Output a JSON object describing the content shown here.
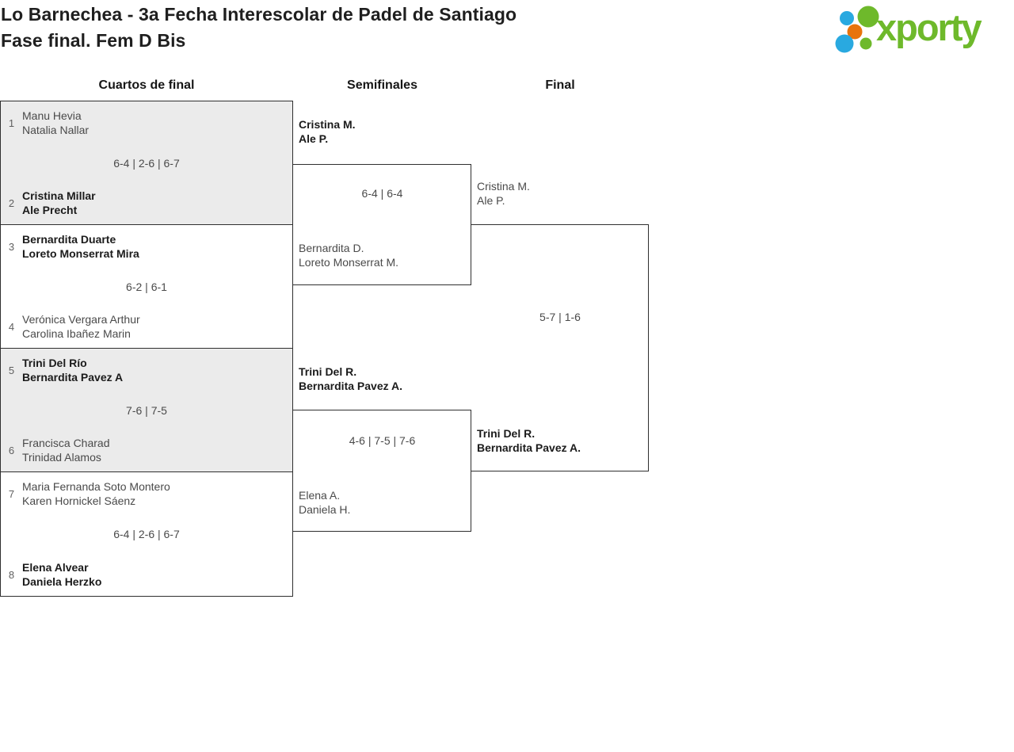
{
  "header": {
    "title_line1": "Lo Barnechea - 3a Fecha Interescolar de Padel de Santiago",
    "title_line2": "Fase final. Fem D Bis",
    "logo": {
      "text": "xporty",
      "colors": {
        "green": "#6eb92b",
        "blue": "#29a9e0",
        "orange": "#e8740c"
      }
    }
  },
  "bracket": {
    "rounds": [
      "Cuartos de final",
      "Semifinales",
      "Final"
    ],
    "quarterfinals": [
      {
        "team1": {
          "seed": "1",
          "players": [
            "Manu Hevia",
            "Natalia Nallar"
          ],
          "winner": false
        },
        "score": "6-4 | 2-6 | 6-7",
        "team2": {
          "seed": "2",
          "players": [
            "Cristina Millar",
            "Ale Precht"
          ],
          "winner": true
        }
      },
      {
        "team1": {
          "seed": "3",
          "players": [
            "Bernardita Duarte",
            "Loreto Monserrat Mira"
          ],
          "winner": true
        },
        "score": "6-2 | 6-1",
        "team2": {
          "seed": "4",
          "players": [
            "Verónica Vergara Arthur",
            "Carolina Ibañez Marin"
          ],
          "winner": false
        }
      },
      {
        "team1": {
          "seed": "5",
          "players": [
            "Trini Del Río",
            "Bernardita Pavez A"
          ],
          "winner": true
        },
        "score": "7-6 | 7-5",
        "team2": {
          "seed": "6",
          "players": [
            "Francisca Charad",
            "Trinidad Alamos"
          ],
          "winner": false
        }
      },
      {
        "team1": {
          "seed": "7",
          "players": [
            "Maria Fernanda Soto Montero",
            "Karen Hornickel Sáenz"
          ],
          "winner": false
        },
        "score": "6-4 | 2-6 | 6-7",
        "team2": {
          "seed": "8",
          "players": [
            "Elena Alvear",
            "Daniela Herzko"
          ],
          "winner": true
        }
      }
    ],
    "semifinals": [
      {
        "team1": {
          "players": [
            "Cristina M.",
            "Ale P."
          ],
          "winner": true
        },
        "score": "6-4 | 6-4",
        "team2": {
          "players": [
            "Bernardita D.",
            "Loreto Monserrat M."
          ],
          "winner": false
        }
      },
      {
        "team1": {
          "players": [
            "Trini Del R.",
            "Bernardita Pavez A."
          ],
          "winner": true
        },
        "score": "4-6 | 7-5 | 7-6",
        "team2": {
          "players": [
            "Elena A.",
            "Daniela H."
          ],
          "winner": false
        }
      }
    ],
    "final": {
      "team1": {
        "players": [
          "Cristina M.",
          "Ale P."
        ],
        "winner": false
      },
      "score": "5-7 | 1-6",
      "team2": {
        "players": [
          "Trini Del R.",
          "Bernardita Pavez A."
        ],
        "winner": true
      }
    }
  }
}
